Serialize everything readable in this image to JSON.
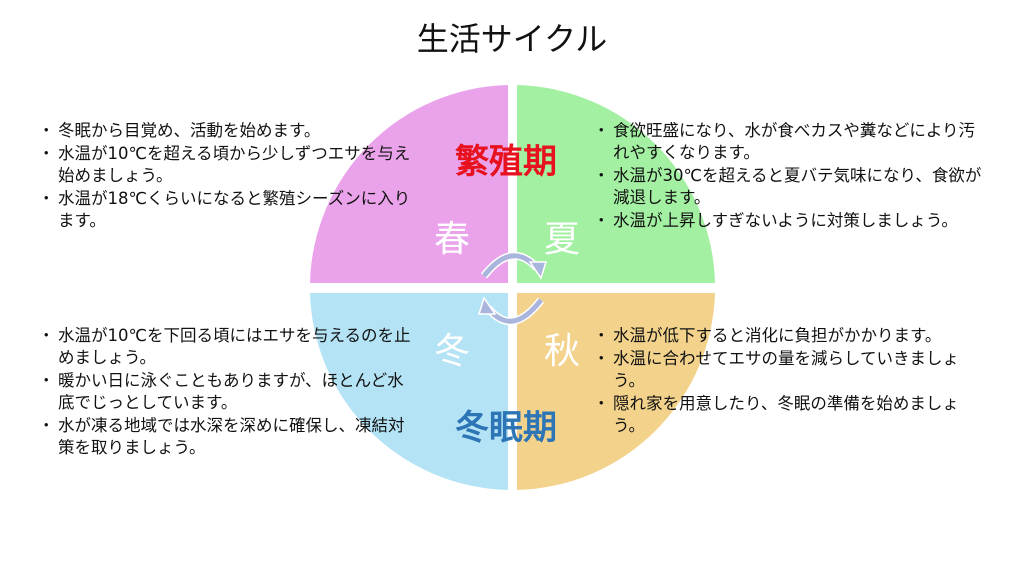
{
  "title": "生活サイクル",
  "colors": {
    "spring": "#EAA3EA",
    "summer": "#A3F0A3",
    "winter": "#B3E3F5",
    "autumn": "#F3D38C",
    "breeding": "#E8121E",
    "hibernation": "#2E75B6",
    "arrow": "#A9B5DC"
  },
  "seasons": {
    "spring": "春",
    "summer": "夏",
    "autumn": "秋",
    "winter": "冬"
  },
  "periods": {
    "breeding": "繁殖期",
    "hibernation": "冬眠期"
  },
  "notes": {
    "spring": [
      "冬眠から目覚め、活動を始めます。",
      "水温が10℃を超える頃から少しずつエサを与え始めましょう。",
      "水温が18℃くらいになると繁殖シーズンに入ります。"
    ],
    "summer": [
      "食欲旺盛になり、水が食べカスや糞などにより汚れやすくなります。",
      "水温が30℃を超えると夏バテ気味になり、食欲が減退します。",
      "水温が上昇しすぎないように対策しましょう。"
    ],
    "winter": [
      "水温が10℃を下回る頃にはエサを与えるのを止めましょう。",
      "暖かい日に泳ぐこともありますが、ほとんど水底でじっとしています。",
      "水が凍る地域では水深を深めに確保し、凍結対策を取りましょう。"
    ],
    "autumn": [
      "水温が低下すると消化に負担がかかります。",
      "水温に合わせてエサの量を減らしていきましょう。",
      "隠れ家を用意したり、冬眠の準備を始めましょう。"
    ]
  }
}
